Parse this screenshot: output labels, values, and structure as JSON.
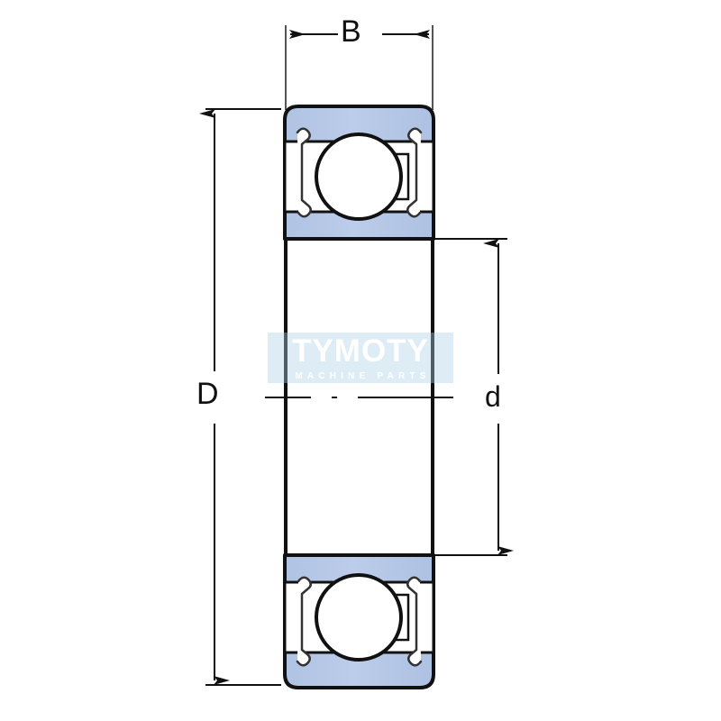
{
  "drawing": {
    "title": "Deep groove ball bearing cross-section",
    "type": "technical-dimension-drawing",
    "colors": {
      "ring_fill": "#b4c7e7",
      "ring_fill_light": "#c9d8ef",
      "outline": "#111111",
      "dimension_line": "#1a1a1a",
      "extension_line": "#555555",
      "ball_fill": "#ffffff",
      "background": "#ffffff",
      "watermark_band": "#add0e8",
      "watermark_text": "#ffffff"
    }
  },
  "dimensions": {
    "width": {
      "symbol": "B",
      "name": "bearing-width",
      "orientation": "horizontal",
      "position": "top"
    },
    "outer_diameter": {
      "symbol": "D",
      "name": "outside-diameter",
      "orientation": "vertical",
      "position": "left"
    },
    "bore_diameter": {
      "symbol": "d",
      "name": "bore-diameter",
      "orientation": "vertical",
      "position": "right"
    }
  },
  "watermark": {
    "title": "TYMOTY",
    "subtitle": "MACHINE PARTS"
  },
  "parts": {
    "outer_ring": "outer-ring",
    "inner_ring": "inner-ring",
    "ball_upper": "rolling-ball-upper",
    "ball_lower": "rolling-ball-lower",
    "shield_upper_left": "shield-upper-left",
    "shield_upper_right": "shield-upper-right",
    "shield_lower_left": "shield-lower-left",
    "shield_lower_right": "shield-lower-right",
    "centerline": "axis-centerline"
  }
}
